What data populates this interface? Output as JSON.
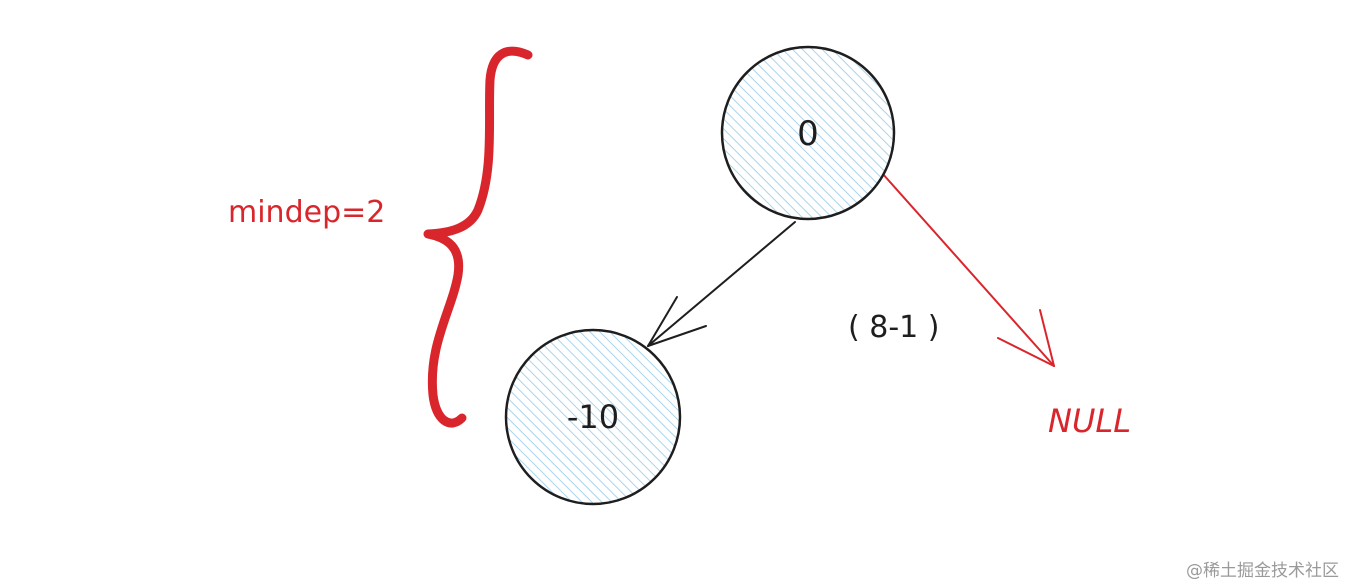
{
  "diagram": {
    "annotation_label": "mindep=2",
    "nodes": {
      "root": {
        "label": "0"
      },
      "left_child": {
        "label": "-10"
      }
    },
    "edge_note": "( 8-1 )",
    "null_label": "NULL"
  },
  "watermark": "@稀土掘金技术社区",
  "colors": {
    "red": "#d9262c",
    "black": "#1e1e1e",
    "hatch": "#a9d4ee"
  }
}
